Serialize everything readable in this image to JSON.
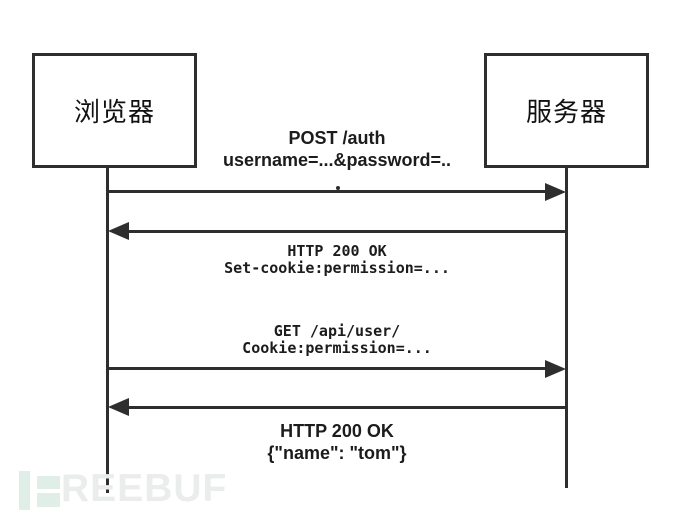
{
  "diagram": {
    "actors": [
      {
        "id": "browser",
        "label": "浏览器"
      },
      {
        "id": "server",
        "label": "服务器"
      }
    ],
    "messages": [
      {
        "line1": "POST /auth",
        "line2": "username=...&password=..",
        "direction": "browser-to-server"
      },
      {
        "line1": "HTTP 200 OK",
        "line2": "Set-cookie:permission=...",
        "direction": "server-to-browser"
      },
      {
        "line1": "GET /api/user/",
        "line2": "Cookie:permission=...",
        "direction": "browser-to-server"
      },
      {
        "line1": "HTTP 200 OK",
        "line2": "{\"name\": \"tom\"}",
        "direction": "server-to-browser"
      }
    ]
  },
  "watermark": {
    "text": "REEBUF",
    "icon": "freebuf-f-logo"
  },
  "colors": {
    "line": "#2e2e2e",
    "text": "#1c1c1c",
    "watermark_green": "#dfefe7",
    "watermark_gray": "#ebedec",
    "background": "#ffffff"
  }
}
